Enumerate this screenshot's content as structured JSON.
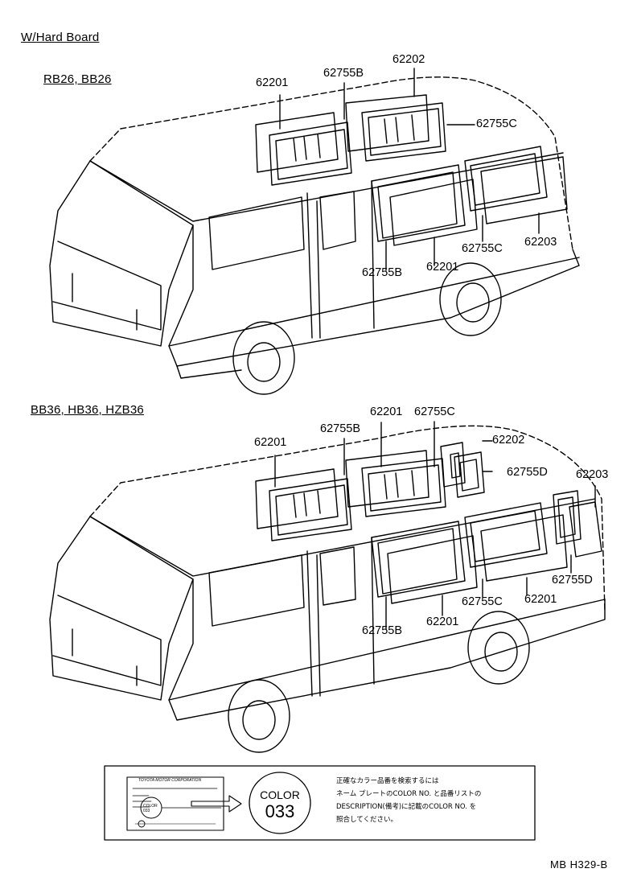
{
  "page": {
    "heading": "W/Hard Board",
    "code": "MB H329-B"
  },
  "sections": [
    {
      "title": "RB26, BB26",
      "labels": [
        "62201",
        "62755B",
        "62202",
        "62755C",
        "62203",
        "62755C",
        "62201",
        "62755B"
      ]
    },
    {
      "title": "BB36, HB36, HZB36",
      "labels": [
        "62201",
        "62755B",
        "62201",
        "62755C",
        "62202",
        "62755D",
        "62203",
        "62755D",
        "62201",
        "62755C",
        "62201",
        "62755B"
      ]
    }
  ],
  "color_box": {
    "plate_header": "TOYOTA MOTOR CORPORATION",
    "plate_color": "COLOR 033",
    "color_word": "COLOR",
    "color_number": "033",
    "note_lines": [
      "正確なカラー品番を検索するには",
      "ネーム プレートのCOLOR NO. と品番リストの",
      "DESCRIPTION(備考)に記載のCOLOR NO. を",
      "照合してください。"
    ]
  }
}
